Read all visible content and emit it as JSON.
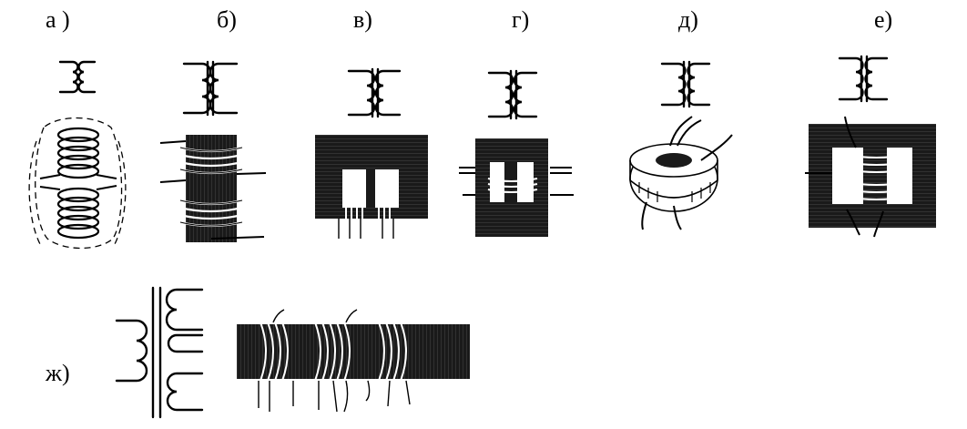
{
  "labels": {
    "a": "а )",
    "b": "б)",
    "v": "в)",
    "g": "г)",
    "d": "д)",
    "e": "е)",
    "zh": "ж)"
  },
  "colors": {
    "ink": "#000000",
    "core": "#1a1a1a",
    "wire": "#ffffff",
    "background": "#ffffff"
  }
}
